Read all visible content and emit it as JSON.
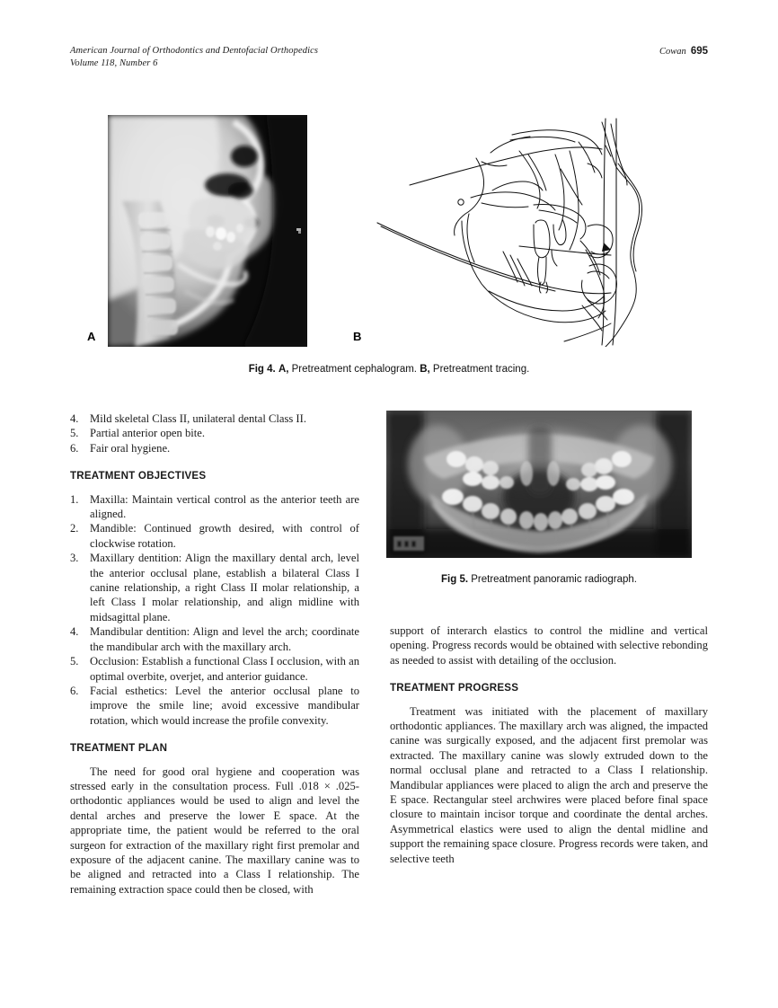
{
  "running_head": {
    "journal_line1": "American Journal of Orthodontics and Dentofacial Orthopedics",
    "journal_line2": "Volume 118, Number 6",
    "author": "Cowan",
    "page_number": "695"
  },
  "figures": {
    "fig4": {
      "panel_a_letter": "A",
      "panel_b_letter": "B",
      "caption_label": "Fig 4.",
      "caption_a_label": "A,",
      "caption_a_text": "Pretreatment cephalogram.",
      "caption_b_label": "B,",
      "caption_b_text": "Pretreatment tracing.",
      "panel_a_alt": "lateral-cephalogram-radiograph",
      "panel_b_alt": "cephalometric-tracing-line-drawing"
    },
    "fig5": {
      "caption_label": "Fig 5.",
      "caption_text": "Pretreatment panoramic radiograph.",
      "alt": "panoramic-dental-radiograph"
    }
  },
  "left_column": {
    "diagnosis_items": [
      {
        "num": "4.",
        "text": "Mild skeletal Class II, unilateral dental Class II."
      },
      {
        "num": "5.",
        "text": "Partial anterior open bite."
      },
      {
        "num": "6.",
        "text": "Fair oral hygiene."
      }
    ],
    "objectives_heading": "TREATMENT OBJECTIVES",
    "objectives_items": [
      {
        "num": "1.",
        "text": "Maxilla: Maintain vertical control as the anterior teeth are aligned."
      },
      {
        "num": "2.",
        "text": "Mandible: Continued growth desired, with control of clockwise rotation."
      },
      {
        "num": "3.",
        "text": "Maxillary dentition: Align the maxillary dental arch, level the anterior occlusal plane, establish a bilateral Class I canine relationship, a right Class II molar relationship, a left Class I molar relationship, and align midline with midsagittal plane."
      },
      {
        "num": "4.",
        "text": "Mandibular dentition: Align and level the arch; coordinate the mandibular arch with the maxillary arch."
      },
      {
        "num": "5.",
        "text": "Occlusion: Establish a functional Class I occlusion, with an optimal overbite, overjet, and anterior guidance."
      },
      {
        "num": "6.",
        "text": "Facial esthetics: Level the anterior occlusal plane to improve the smile line; avoid excessive mandibular rotation, which would increase the profile convexity."
      }
    ],
    "plan_heading": "TREATMENT PLAN",
    "plan_paragraph": "The need for good oral hygiene and cooperation was stressed early in the consultation process. Full .018 × .025- orthodontic appliances would be used to align and level the dental arches and preserve the lower E space. At the appropriate time, the patient would be referred to the oral surgeon for extraction of the maxillary right first premolar and exposure of the adjacent canine. The maxillary canine was to be aligned and retracted into a Class I relationship. The remaining extraction space could then be closed, with"
  },
  "right_column": {
    "continued_paragraph": "support of interarch elastics to control the midline and vertical opening. Progress records would be obtained with selective rebonding as needed to assist with detailing of the occlusion.",
    "progress_heading": "TREATMENT PROGRESS",
    "progress_paragraph": "Treatment was initiated with the placement of maxillary orthodontic appliances. The maxillary arch was aligned, the impacted canine was surgically exposed, and the adjacent first premolar was extracted. The maxillary canine was slowly extruded down to the normal occlusal plane and retracted to a Class I relationship. Mandibular appliances were placed to align the arch and preserve the E space. Rectangular steel archwires were placed before final space closure to maintain incisor torque and coordinate the dental arches. Asymmetrical elastics were used to align the dental midline and support the remaining space closure. Progress records were taken, and selective teeth"
  },
  "colors": {
    "page_background": "#ffffff",
    "text": "#1a1a1a",
    "radiograph_background": "#0a0a0a",
    "tracing_line": "#111111"
  }
}
